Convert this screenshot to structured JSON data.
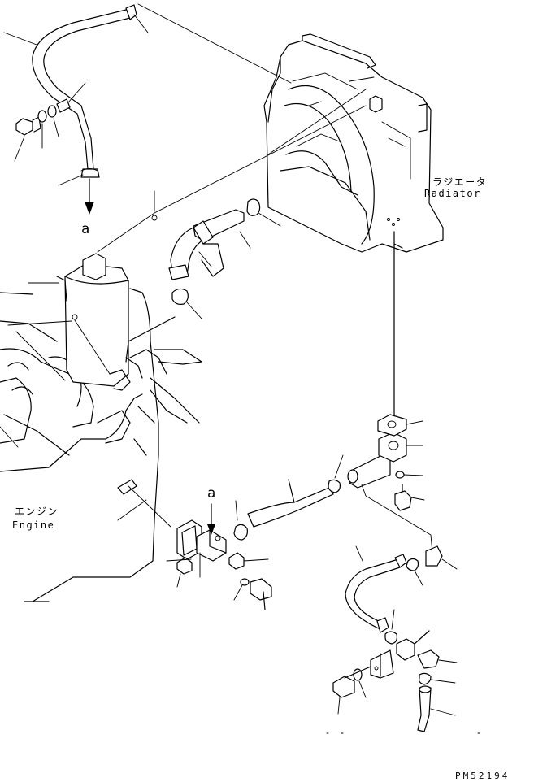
{
  "labels": {
    "radiator_jp": "ラジエータ",
    "radiator_en": "Radiator",
    "engine_jp": "エンジン",
    "engine_en": "Engine",
    "ref_a_top": "a",
    "ref_a_bottom": "a",
    "drawing_code": "PM52194"
  }
}
